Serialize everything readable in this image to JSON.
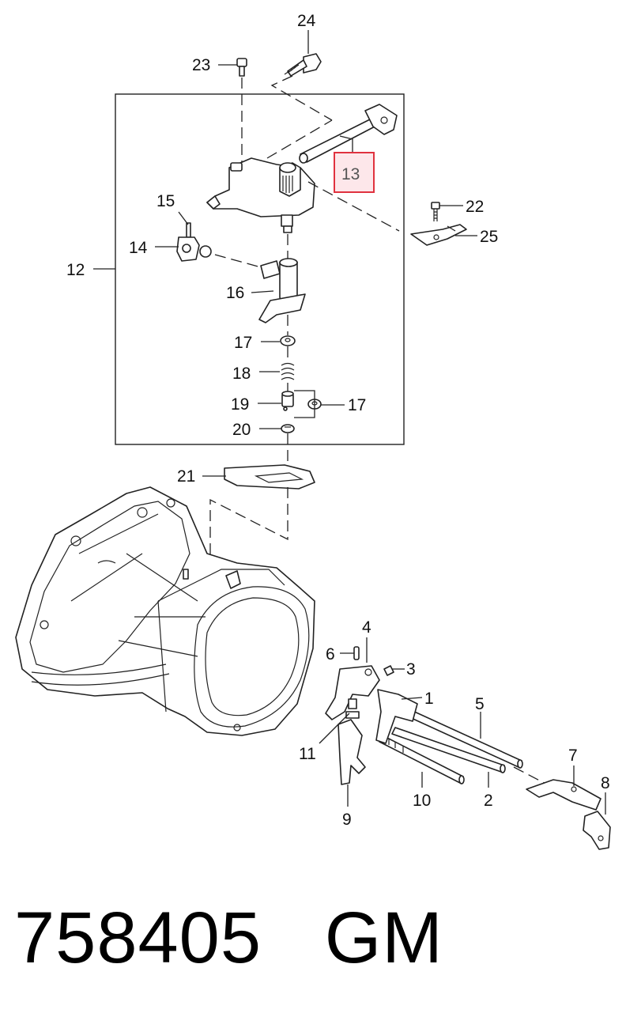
{
  "callouts": [
    {
      "id": "c24",
      "text": "24"
    },
    {
      "id": "c23",
      "text": "23"
    },
    {
      "id": "c13",
      "text": "13",
      "highlighted": true
    },
    {
      "id": "c22",
      "text": "22"
    },
    {
      "id": "c25",
      "text": "25"
    },
    {
      "id": "c15",
      "text": "15"
    },
    {
      "id": "c14",
      "text": "14"
    },
    {
      "id": "c12",
      "text": "12"
    },
    {
      "id": "c16",
      "text": "16"
    },
    {
      "id": "c17a",
      "text": "17"
    },
    {
      "id": "c18",
      "text": "18"
    },
    {
      "id": "c19",
      "text": "19"
    },
    {
      "id": "c17b",
      "text": "17"
    },
    {
      "id": "c20",
      "text": "20"
    },
    {
      "id": "c21",
      "text": "21"
    },
    {
      "id": "c4",
      "text": "4"
    },
    {
      "id": "c6",
      "text": "6"
    },
    {
      "id": "c3",
      "text": "3"
    },
    {
      "id": "c1",
      "text": "1"
    },
    {
      "id": "c5",
      "text": "5"
    },
    {
      "id": "c11",
      "text": "11"
    },
    {
      "id": "c7",
      "text": "7"
    },
    {
      "id": "c8",
      "text": "8"
    },
    {
      "id": "c10",
      "text": "10"
    },
    {
      "id": "c2",
      "text": "2"
    },
    {
      "id": "c9",
      "text": "9"
    }
  ],
  "highlight_color": "#e0323f",
  "highlight_fill": "#fde7ea",
  "caption": {
    "part_number": "758405",
    "brand": "GM",
    "separator": "   "
  }
}
